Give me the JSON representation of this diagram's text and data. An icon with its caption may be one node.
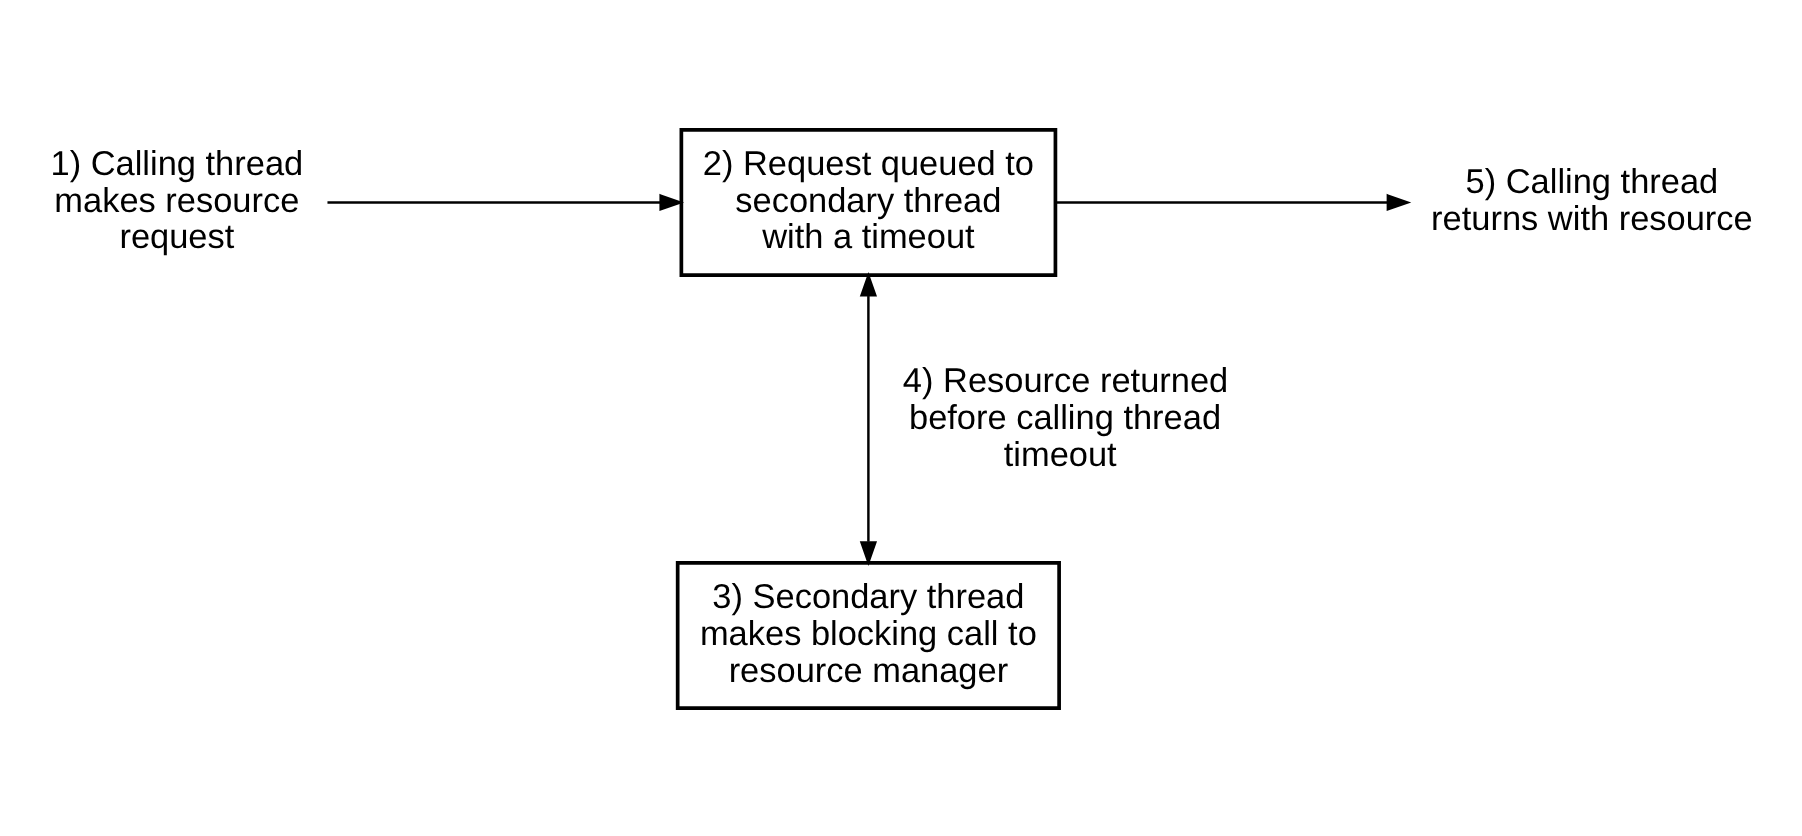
{
  "diagram": {
    "nodes": [
      {
        "text": [
          "1) Calling thread makes resource request"
        ]
      },
      {
        "text": [
          "2) Request queued to secondary thread with a timeout"
        ]
      },
      {
        "text": [
          "5) Calling thread returns with resource"
        ]
      },
      {
        "text": [
          "3) Secondary thread makes blocking call to resource manager"
        ]
      }
    ],
    "edges": [
      {
        "from": 0,
        "to": 1,
        "arrow": "to"
      },
      {
        "from": 1,
        "to": 2,
        "arrow": "to"
      },
      {
        "from": 1,
        "to": 3,
        "arrow": "both",
        "label": "4) Resource returned before calling thread timeout"
      }
    ]
  }
}
